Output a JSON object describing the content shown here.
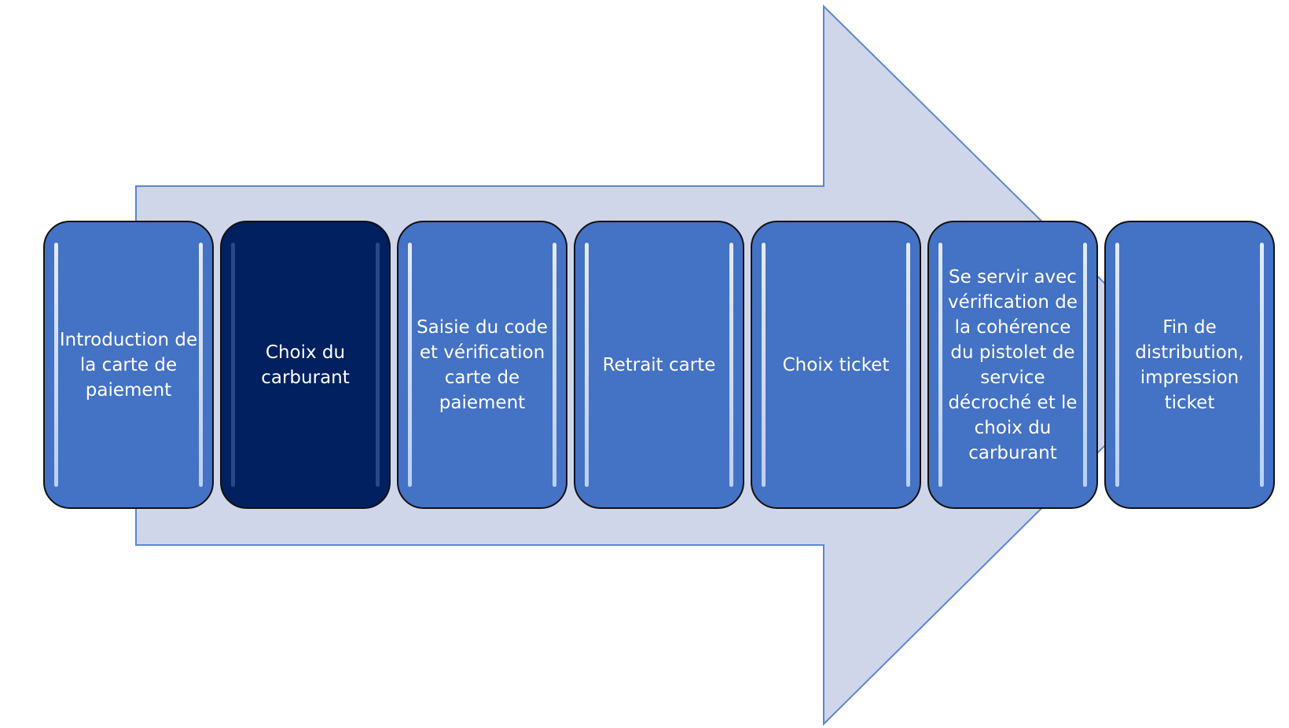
{
  "colors": {
    "arrow_fill": "#d0d6ea",
    "arrow_stroke": "#5b86cf",
    "step_fill": "#4472c4",
    "active_fill": "#002060"
  },
  "steps": [
    {
      "label": "Introduction de la carte de paiement",
      "active": false
    },
    {
      "label": "Choix du carburant",
      "active": true
    },
    {
      "label": "Saisie du code et vérification carte de paiement",
      "active": false
    },
    {
      "label": "Retrait carte",
      "active": false
    },
    {
      "label": "Choix ticket",
      "active": false
    },
    {
      "label": "Se servir avec vérification de la cohérence du pistolet de service décroché et le choix du carburant",
      "active": false
    },
    {
      "label": "Fin de distribution, impression ticket",
      "active": false
    }
  ]
}
